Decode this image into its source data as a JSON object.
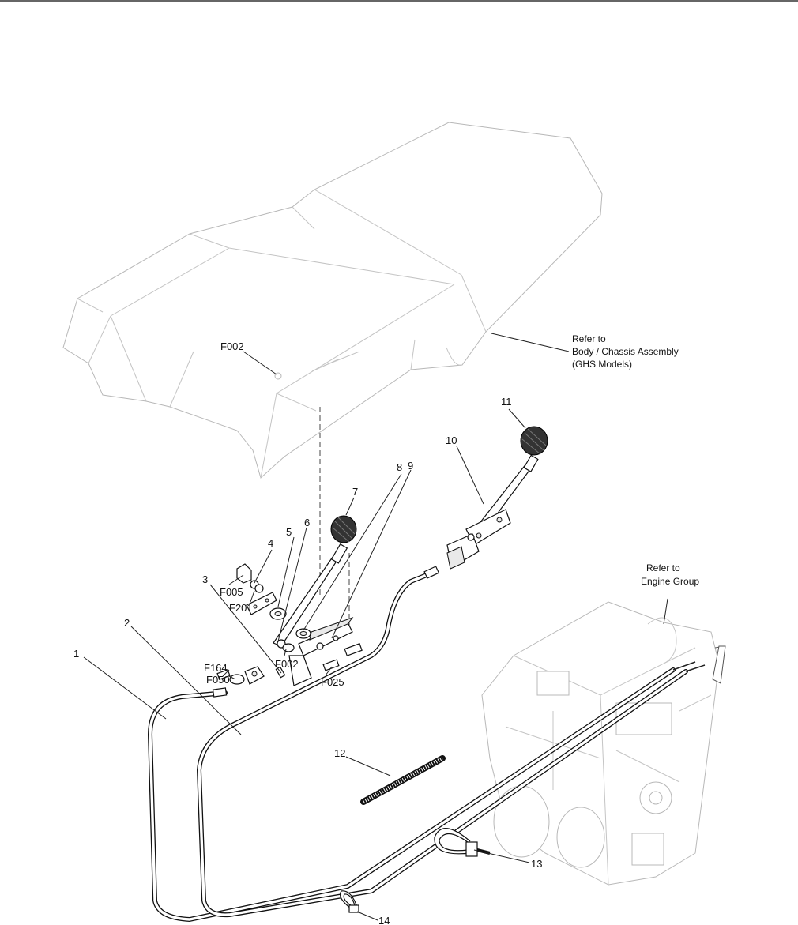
{
  "callouts": {
    "c1": "1",
    "c2": "2",
    "c3": "3",
    "c4": "4",
    "c5": "5",
    "c6": "6",
    "c7": "7",
    "c8": "8",
    "c9": "9",
    "c10": "10",
    "c11": "11",
    "c12": "12",
    "c13": "13",
    "c14": "14"
  },
  "fasteners": {
    "f002_top": "F002",
    "f002_bottom": "F002",
    "f005": "F005",
    "f201": "F201",
    "f164": "F164",
    "f050": "F050",
    "f025": "F025"
  },
  "references": {
    "body": {
      "line1": "Refer to",
      "line2": "Body / Chassis Assembly",
      "line3": "(GHS Models)"
    },
    "engine": {
      "line1": "Refer to",
      "line2": "Engine Group"
    }
  }
}
